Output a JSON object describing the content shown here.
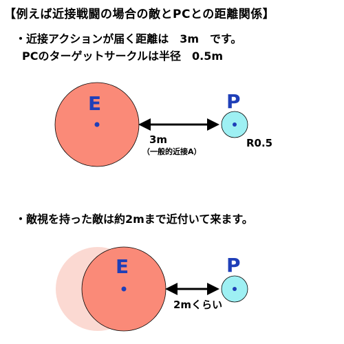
{
  "title": "【例えば近接戦闘の場合の敵とPCとの距離関係】",
  "notes": {
    "line1": "・近接アクションが届く距離は　3m　です。",
    "line2": "PCのターゲットサークルは半径　0.5m",
    "line3": "・敵視を持った敵は約2mまで近付いて来ます。"
  },
  "diagram_top": {
    "enemy_label": "E",
    "pc_label": "P",
    "distance_label": "3m",
    "distance_note": "（一般的近接A）",
    "radius_label": "R0.5"
  },
  "diagram_bottom": {
    "enemy_label": "E",
    "pc_label": "P",
    "distance_label": "2mくらい"
  },
  "colors": {
    "enemy_fill": "#fa8a78",
    "enemy_ghost_fill": "#fbd9d2",
    "pc_fill": "#9ef0f3",
    "center_dot": "#1f3fb8",
    "label_blue": "#1f3fb8"
  }
}
